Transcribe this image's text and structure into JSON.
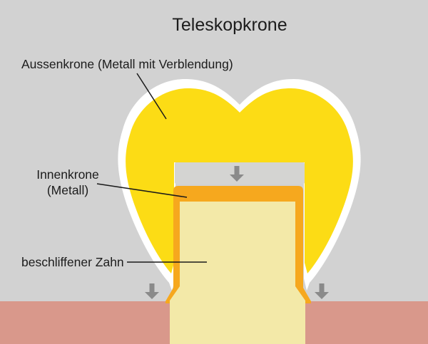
{
  "title": "Teleskopkrone",
  "labels": {
    "outer_crown": "Aussenkrone (Metall mit Verblendung)",
    "inner_crown_line1": "Innenkrone",
    "inner_crown_line2": "(Metall)",
    "prepared_tooth": "beschliffener Zahn"
  },
  "colors": {
    "background": "#d2d2d2",
    "gum_pink": "#d9988b",
    "outer_crown_yellow": "#fcdc15",
    "crown_outline_white": "#ffffff",
    "inner_crown_orange": "#f6a81e",
    "tooth_cream": "#f3e9a8",
    "gap_gray": "#d4d4d2",
    "arrow_gray": "#8a8a8a",
    "line_black": "#1a1a1a"
  }
}
